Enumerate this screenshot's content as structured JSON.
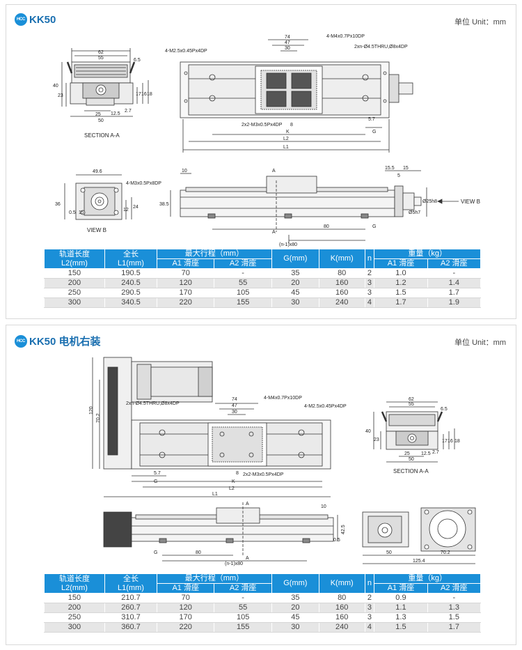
{
  "panel1": {
    "logo": "HCC",
    "title": "KK50",
    "unit": "单位 Unit：mm",
    "labels": {
      "section_aa": "SECTION A-A",
      "view_b": "VIEW B",
      "view_b_arrow": "VIEW B",
      "m2_5": "4-M2.5x0.45Px4DP",
      "m4": "4-M4x0.7Px10DP",
      "thru": "2xn-Ø4.5THRU,Ø8x4DP",
      "m3": "2x2-M3x0.5Px4DP",
      "m3b": "4-M3x0.5Px8DP",
      "d74": "74",
      "d47": "47",
      "d30": "30",
      "d62": "62",
      "d55": "55",
      "d6_5": "6.5",
      "d40": "40",
      "d23": "23",
      "d17": "17",
      "d16": "16",
      "d18": "18",
      "d25": "25",
      "d12_5": "12.5",
      "d2_7": "2.7",
      "d50": "50",
      "d8": "8",
      "d5_7": "5.7",
      "k": "K",
      "g": "G",
      "l2": "L2",
      "l1": "L1",
      "d49_6": "49.6",
      "d36": "36",
      "d0_5": "0.5",
      "d15": "15",
      "d12": "12",
      "d24": "24",
      "d10": "10",
      "d38_5": "38.5",
      "a": "A",
      "d80": "80",
      "n80": "(n-1)x80",
      "d15_5": "15.5",
      "d5": "5",
      "d_25h8": "Ø25h8",
      "d_5h7": "Ø5h7"
    },
    "table": {
      "headers": {
        "rail_cn": "轨道长度",
        "rail_en": "L2(mm)",
        "total_cn": "全长",
        "total_en": "L1(mm)",
        "stroke": "最大行程（mm）",
        "a1": "A1 滑座",
        "a2": "A2 滑座",
        "g": "G(mm)",
        "k": "K(mm)",
        "n": "n",
        "weight": "重量（kg）",
        "wa1": "A1 滑座",
        "wa2": "A2 滑座"
      },
      "rows": [
        [
          "150",
          "190.5",
          "70",
          "-",
          "35",
          "80",
          "2",
          "1.0",
          "-"
        ],
        [
          "200",
          "240.5",
          "120",
          "55",
          "20",
          "160",
          "3",
          "1.2",
          "1.4"
        ],
        [
          "250",
          "290.5",
          "170",
          "105",
          "45",
          "160",
          "3",
          "1.5",
          "1.7"
        ],
        [
          "300",
          "340.5",
          "220",
          "155",
          "30",
          "240",
          "4",
          "1.7",
          "1.9"
        ]
      ]
    }
  },
  "panel2": {
    "logo": "HCC",
    "title": "KK50 电机右装",
    "unit": "单位 Unit：mm",
    "labels": {
      "section_aa": "SECTION A-A",
      "thru": "2xn-Ø4.5THRU,Ø8x4DP",
      "m4": "4-M4x0.7Px10DP",
      "m2_5": "4-M2.5x0.45Px4DP",
      "m3": "2x2-M3x0.5Px4DP",
      "d74": "74",
      "d47": "47",
      "d30": "30",
      "d120": "120",
      "d70_2": "70.2",
      "d5_7": "5.7",
      "d8": "8",
      "g": "G",
      "k": "K",
      "l2": "L2",
      "l1": "L1",
      "a": "A",
      "d10": "10",
      "d42_5": "42.5",
      "d0_5": "0.5",
      "d80": "80",
      "n80": "(n-1)x80",
      "d62": "62",
      "d55": "55",
      "d6_5": "6.5",
      "d40": "40",
      "d23": "23",
      "d17": "17",
      "d16": "16",
      "d18": "18",
      "d25": "25",
      "d12_5": "12.5",
      "d2_7": "2.7",
      "d50": "50",
      "d50b": "50",
      "d70_2b": "70.2",
      "d125_4": "125.4"
    },
    "table": {
      "headers": {
        "rail_cn": "轨道长度",
        "rail_en": "L2(mm)",
        "total_cn": "全长",
        "total_en": "L1(mm)",
        "stroke": "最大行程（mm）",
        "a1": "A1 滑座",
        "a2": "A2 滑座",
        "g": "G(mm)",
        "k": "K(mm)",
        "n": "n",
        "weight": "重量（kg）",
        "wa1": "A1 滑座",
        "wa2": "A2 滑座"
      },
      "rows": [
        [
          "150",
          "210.7",
          "70",
          "-",
          "35",
          "80",
          "2",
          "0.9",
          "-"
        ],
        [
          "200",
          "260.7",
          "120",
          "55",
          "20",
          "160",
          "3",
          "1.1",
          "1.3"
        ],
        [
          "250",
          "310.7",
          "170",
          "105",
          "45",
          "160",
          "3",
          "1.3",
          "1.5"
        ],
        [
          "300",
          "360.7",
          "220",
          "155",
          "30",
          "240",
          "4",
          "1.5",
          "1.7"
        ]
      ]
    }
  },
  "colors": {
    "accent": "#1a8fd8",
    "title": "#1a6fb0",
    "row_alt": "#e6e6e6"
  }
}
